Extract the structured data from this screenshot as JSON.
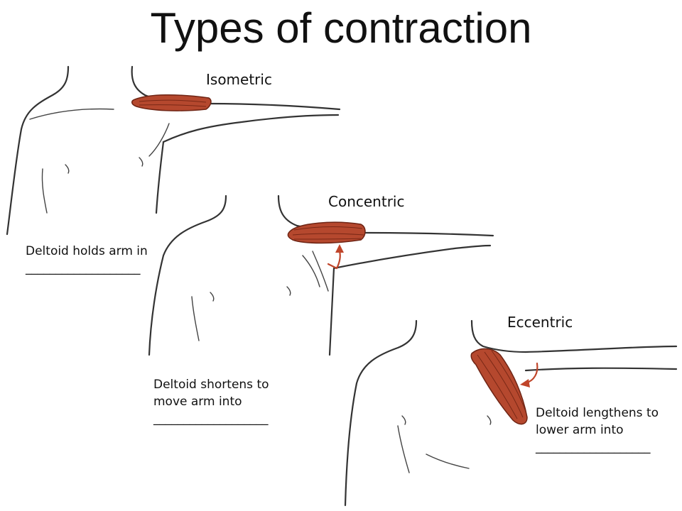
{
  "title": "Types of contraction",
  "panels": [
    {
      "label": "Isometric",
      "caption": [
        "Deltoid holds arm in",
        "___________________"
      ]
    },
    {
      "label": "Concentric",
      "caption": [
        "Deltoid shortens to",
        "move arm into",
        "___________________"
      ]
    },
    {
      "label": "Eccentric",
      "caption": [
        "Deltoid lengthens to",
        "lower arm into",
        "___________________"
      ]
    }
  ],
  "colors": {
    "muscle": "#b5482e",
    "arrow": "#c0452a",
    "outline": "#333333"
  }
}
